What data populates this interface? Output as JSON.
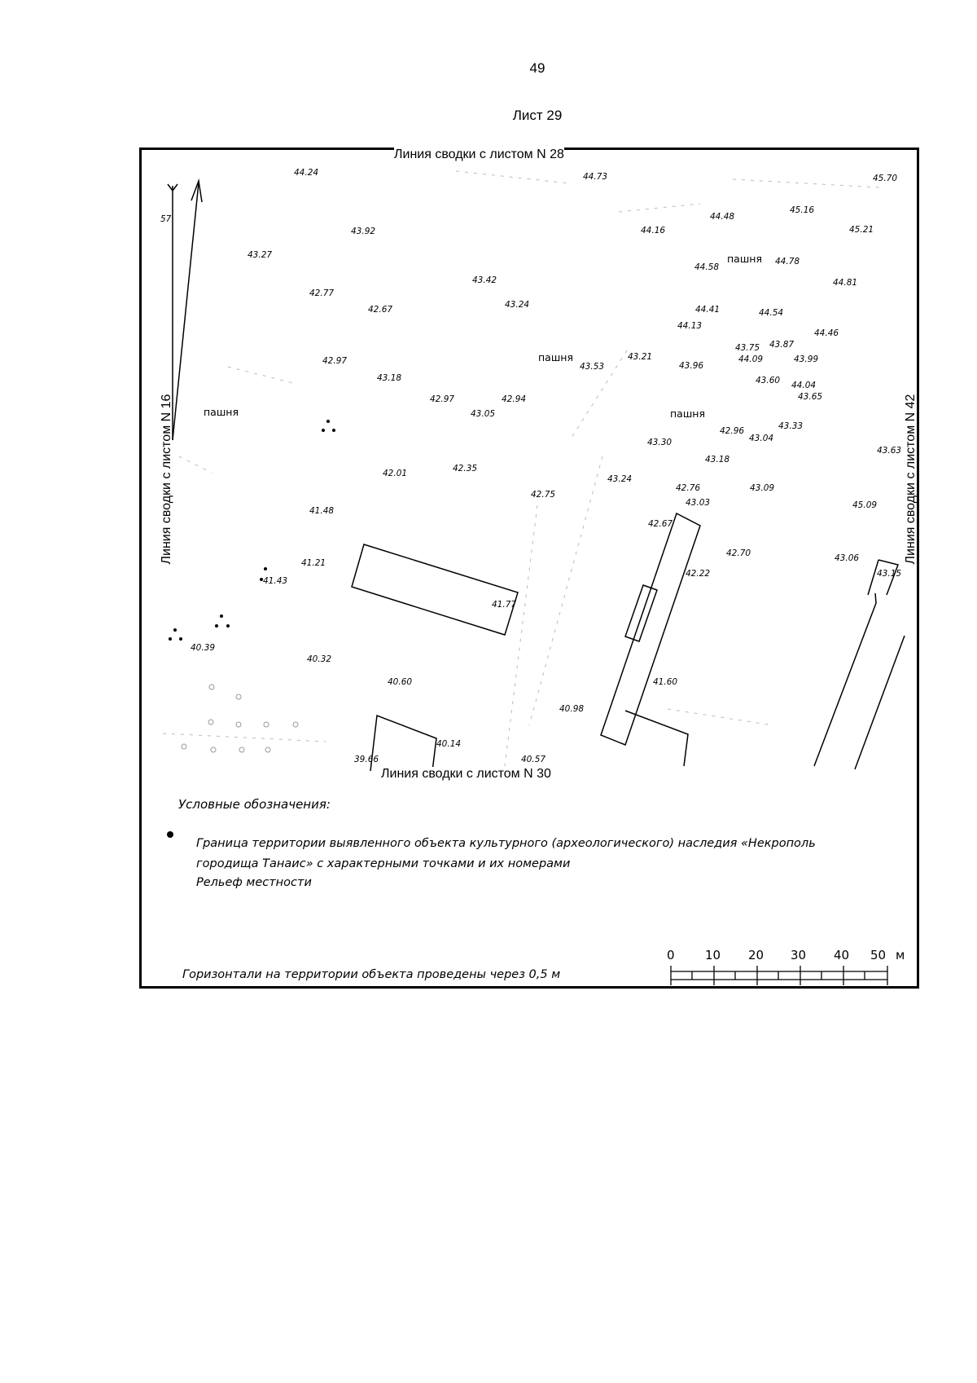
{
  "page_number": "49",
  "sheet_title": "Лист 29",
  "map": {
    "edge_labels": {
      "top": "Линия сводки с листом N 28",
      "bottom": "Линия сводки с листом N 30",
      "left": "Линия сводки с листом N 16",
      "right": "Линия сводки с листом N 42"
    },
    "north_marker": "57",
    "land_use_label": "пашня",
    "elevations": [
      "44.24",
      "44.73",
      "45.70",
      "45.16",
      "44.48",
      "44.16",
      "45.21",
      "43.92",
      "43.27",
      "44.58",
      "44.78",
      "44.81",
      "43.42",
      "42.77",
      "42.67",
      "43.24",
      "44.41",
      "44.54",
      "44.13",
      "44.46",
      "43.75",
      "43.87",
      "44.09",
      "43.99",
      "42.97",
      "43.53",
      "43.21",
      "43.96",
      "43.18",
      "43.60",
      "44.04",
      "43.65",
      "42.97",
      "42.94",
      "43.05",
      "43.33",
      "42.96",
      "43.04",
      "43.30",
      "43.18",
      "43.63",
      "42.01",
      "42.35",
      "43.24",
      "42.76",
      "43.09",
      "42.75",
      "43.03",
      "45.09",
      "41.48",
      "42.67",
      "42.70",
      "43.06",
      "43.15",
      "41.21",
      "42.22",
      "41.43",
      "41.77",
      "40.39",
      "40.32",
      "40.60",
      "41.60",
      "40.98",
      "40.14",
      "39.66",
      "40.57"
    ]
  },
  "legend": {
    "heading": "Условные обозначения:",
    "boundary_text": "Граница территории выявленного объекта культурного (археологического) наследия «Некрополь городища Танаис» с характерными точками и их номерами",
    "relief_label": "Рельеф местности",
    "contour_note": "Горизонтали на территории объекта проведены через 0,5 м"
  },
  "scale_bar": {
    "ticks": [
      "0",
      "10",
      "20",
      "30",
      "40",
      "50"
    ],
    "unit": "м"
  }
}
